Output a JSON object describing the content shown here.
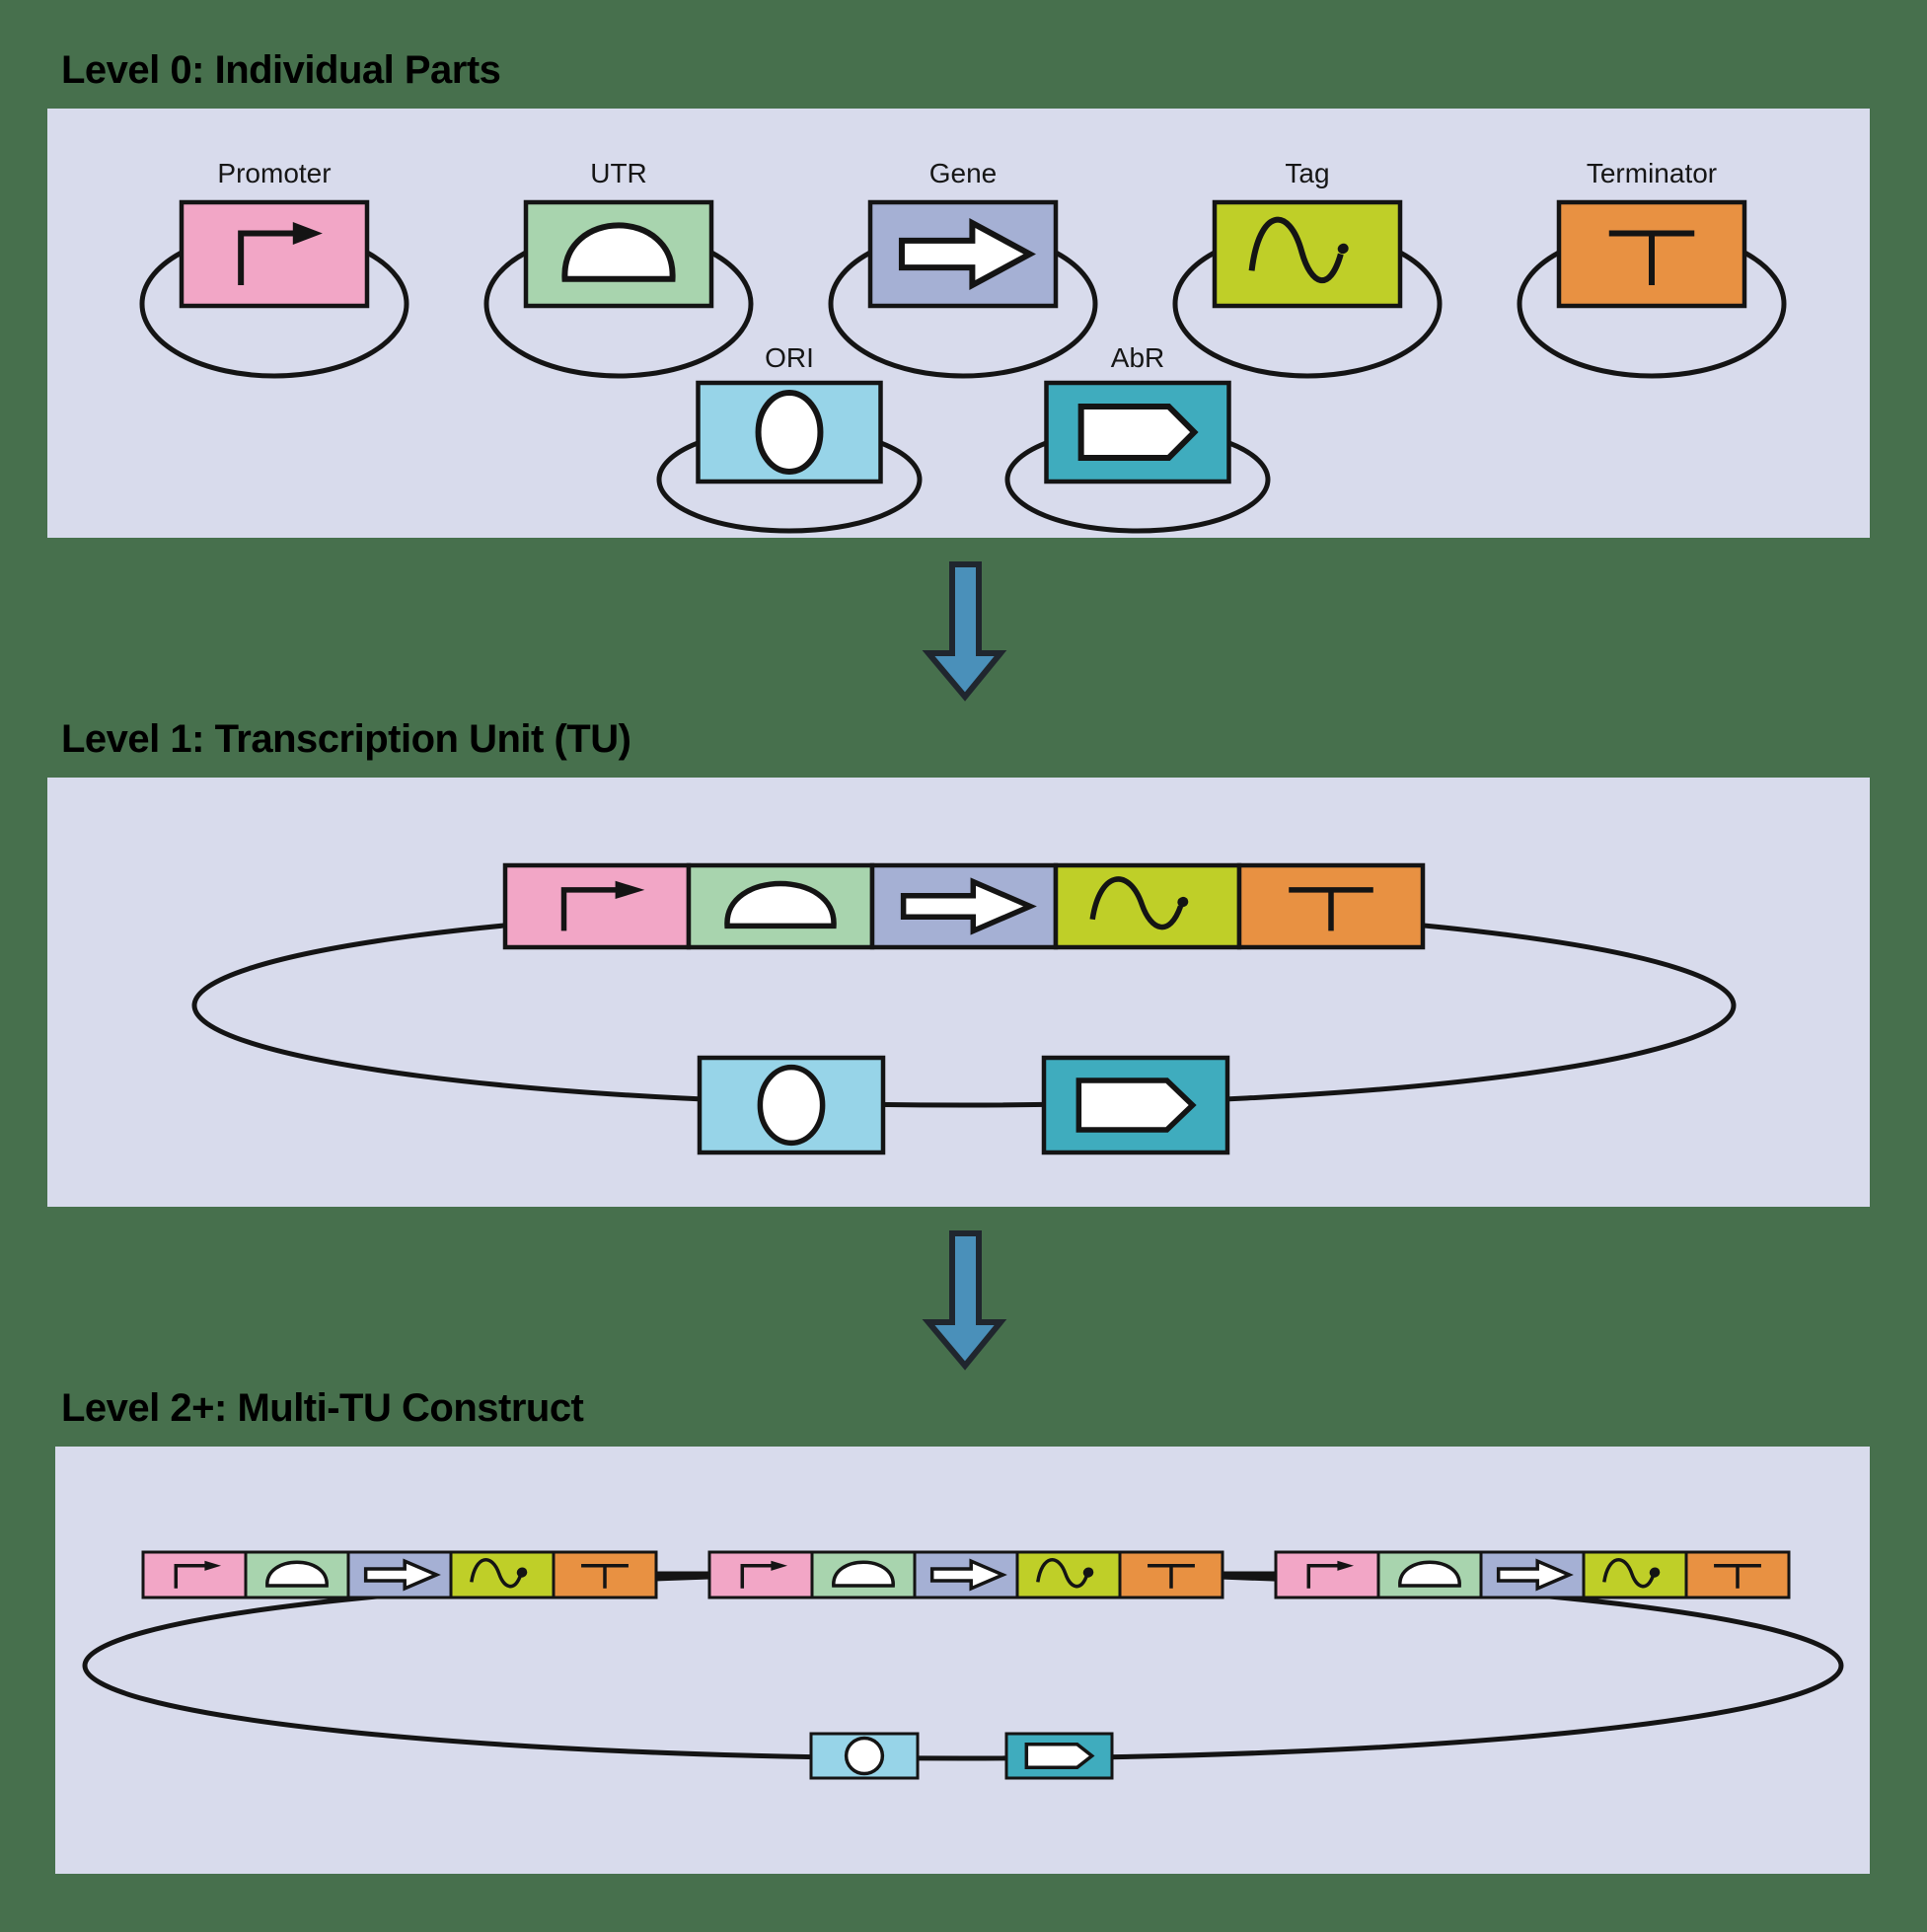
{
  "page": {
    "background": "#47704d",
    "panel_background": "#d8dbec"
  },
  "colors": {
    "panel": "#d8dbec",
    "promoter": "#f2a6c6",
    "utr": "#a8d4ae",
    "gene": "#a5b0d4",
    "tag": "#bfcf28",
    "terminator": "#e89142",
    "ori": "#97d4e8",
    "abr": "#3facbe",
    "arrow": "#4a90ba",
    "outline": "#141414"
  },
  "headings": {
    "level0": "Level 0: Individual Parts",
    "level1": "Level 1: Transcription Unit (TU)",
    "level2": "Level 2+: Multi-TU Construct"
  },
  "labels": {
    "promoter": "Promoter",
    "utr": "UTR",
    "gene": "Gene",
    "tag": "Tag",
    "terminator": "Terminator",
    "ori": "ORI",
    "abr": "AbR"
  },
  "level0": {
    "row1_parts": [
      "Promoter",
      "UTR",
      "Gene",
      "Tag",
      "Terminator"
    ],
    "row2_parts": [
      "ORI",
      "AbR"
    ],
    "note": "each part shown on its own circular plasmid"
  },
  "level1": {
    "tu_sequence": [
      "Promoter",
      "UTR",
      "Gene",
      "Tag",
      "Terminator"
    ],
    "backbone_parts": [
      "ORI",
      "AbR"
    ],
    "note": "one transcription unit assembled on a single circular plasmid"
  },
  "level2": {
    "tu_count": 3,
    "tu_sequence": [
      "Promoter",
      "UTR",
      "Gene",
      "Tag",
      "Terminator"
    ],
    "backbone_parts": [
      "ORI",
      "AbR"
    ],
    "note": "three transcription units joined on one circular plasmid"
  }
}
